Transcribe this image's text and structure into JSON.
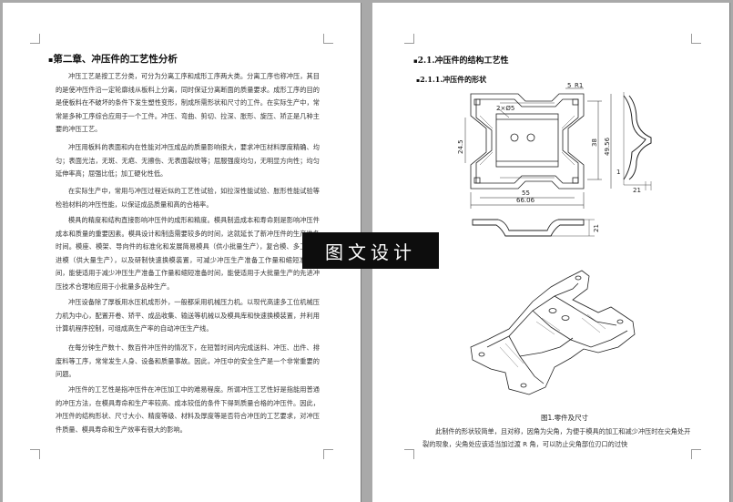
{
  "left_page": {
    "chapter_title": "第二章、冲压件的工艺性分析",
    "paragraphs": [
      "冲压工艺是按工艺分类，可分为分离工序和成形工序两大类。分离工序也称冲压，其目的是使冲压件沿一定轮廓线从板料上分离，同时保证分离断面的质量要求。成形工序的目的是使板料在不破坏的条件下发生塑性变形，制成所需形状和尺寸的工件。在实际生产中，常常是多种工序综合应用于一个工件。冲压、弯曲、剪切、拉深、胀形、旋压、矫正是几种主要的冲压工艺。",
      "冲压用板料的表面和内在性能对冲压成品的质量影响很大，要求冲压材料厚度精确、均匀；表面光洁，无斑、无疤、无擦伤、无表面裂纹等；屈服强度均匀，无明显方向性；均匀延伸率高；屈强比低；加工硬化性低。",
      "在实际生产中，常用与冲压过程近似的工艺性试验，如拉深性能试验、胀形性能试验等检验材料的冲压性能，以保证成品质量和高的合格率。",
      "模具的精度和结构直接影响冲压件的成形和精度。模具制造成本和寿命则是影响冲压件成本和质量的重要因素。模具设计和制造需要较多的时间，这就延长了新冲压件的生产准备时间。模座、模架、导向件的标准化和发展简易模具（供小批量生产），复合模、多工位级进模（供大量生产），以及研制快速换模装置，可减少冲压生产准备工作量和缩短准备时间，能使适用于减少冲压生产准备工作量和缩短准备时间，能使适用于大批量生产的先进冲压技术合理地应用于小批量多品种生产。",
      "冲压设备除了厚板用水压机成形外，一般都采用机械压力机。以现代高速多工位机械压力机为中心，配置开卷、矫平、成品收集、输送等机械以及模具库和快速换模装置，并利用计算机程序控制，可组成高生产率的自动冲压生产线。",
      "在每分钟生产数十、数百件冲压件的情况下，在短暂时间内完成送料、冲压、出件、排废料等工序，常常发生人身、设备和质量事故。因此，冲压中的安全生产是一个非常重要的问题。",
      "冲压件的工艺性是指冲压件在冲压加工中的难易程度。所谓冲压工艺性好是指能用普通的冲压方法，在模具寿命和生产率较高、成本较低的条件下得到质量合格的冲压件。因此，冲压件的结构形状、尺寸大小、精度等级、材料及厚度等是否符合冲压的工艺要求，对冲压件质量、模具寿命和生产效率有很大的影响。"
    ]
  },
  "right_page": {
    "section_title": "2.1.冲压件的结构工艺性",
    "subsection_title": "2.1.1.冲压件的形状",
    "drawing_labels": {
      "dim_5": "5",
      "dim_r1": "R1",
      "dim_hole": "2×Ø5",
      "dim_24_5": "24.5",
      "dim_38": "38",
      "dim_49_56": "49.56",
      "dim_55": "55",
      "dim_66_06": "66.06",
      "dim_1": "1",
      "dim_21_side": "21",
      "dim_21_front": "21"
    },
    "figure_caption": "图1.零件及尺寸",
    "bottom_paragraph": "此制件的形状较简单，且对称，因角为尖角，为便于模具的加工和减少冲压时在尖角处开裂的现象，尖角处应该适当加过渡 R 角，可以防止尖角部位刃口的过快"
  },
  "watermark": "图文设计",
  "colors": {
    "background": "#a9a9a9",
    "page": "#ffffff",
    "watermark_bg": "#0d0d0d"
  }
}
